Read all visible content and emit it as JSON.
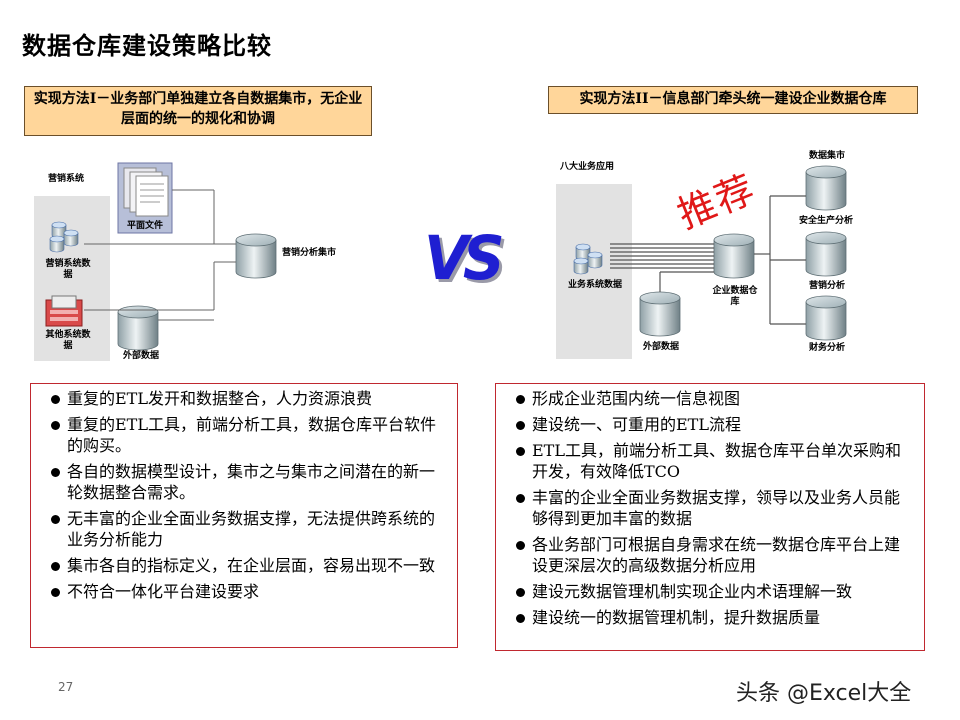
{
  "title": "数据仓库建设策略比较",
  "left": {
    "method": "实现方法I－业务部门单独建立各自数据集市，无企业层面的统一的规化和协调",
    "diagram": {
      "system_label": "营销系统",
      "flat_file_label": "平面文件",
      "marketing_data_label": "营销系统数据",
      "other_data_label": "其他系统数据",
      "external_data_label": "外部数据",
      "mart_label": "营销分析集市"
    },
    "bullets": [
      "重复的ETL发开和数据整合，人力资源浪费",
      "重复的ETL工具，前端分析工具，数据仓库平台软件的购买。",
      "各自的数据模型设计，集市之与集市之间潜在的新一轮数据整合需求。",
      "无丰富的企业全面业务数据支撑，无法提供跨系统的业务分析能力",
      "集市各自的指标定义，在企业层面，容易出现不一致",
      "不符合一体化平台建设要求"
    ]
  },
  "vs_text": "VS",
  "right": {
    "method": "实现方法II－信息部门牵头统一建设企业数据仓库",
    "recommend": "推荐",
    "diagram": {
      "apps_label": "八大业务应用",
      "biz_data_label": "业务系统数据",
      "external_data_label": "外部数据",
      "warehouse_label": "企业数据仓库",
      "mart_header": "数据集市",
      "mart_safety": "安全生产分析",
      "mart_marketing": "营销分析",
      "mart_finance": "财务分析"
    },
    "bullets": [
      "形成企业范围内统一信息视图",
      "建设统一、可重用的ETL流程",
      "ETL工具，前端分析工具、数据仓库平台单次采购和开发，有效降低TCO",
      "丰富的企业全面业务数据支撑，领导以及业务人员能够得到更加丰富的数据",
      "各业务部门可根据自身需求在统一数据仓库平台上建设更深层次的高级数据分析应用",
      "建设元数据管理机制实现企业内术语理解一致",
      "建设统一的数据管理机制，提升数据质量"
    ]
  },
  "page_number": "27",
  "watermark": "头条 @Excel大全",
  "colors": {
    "method_bg": "#ffd69a",
    "vs": "#1f1fd1",
    "recommend": "#e01818",
    "bullet_border": "#c0282f"
  }
}
